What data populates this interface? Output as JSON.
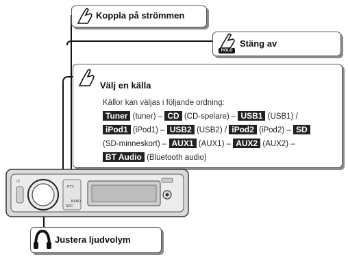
{
  "labels": {
    "power_on": "Koppla på strömmen",
    "power_off": "Stäng av",
    "hold_badge": "HOLD",
    "select_source": "Välj en källa",
    "volume": "Justera ljudvolym"
  },
  "source_intro": "Källor kan väljas i följande ordning:",
  "sources": [
    {
      "chip": "Tuner",
      "desc": " (tuner) – "
    },
    {
      "chip": "CD",
      "desc": " (CD-spelare) – "
    },
    {
      "chip": "USB1",
      "desc": " (USB1) /"
    },
    {
      "chip": "iPod1",
      "desc": " (iPod1) – "
    },
    {
      "chip": "USB2",
      "desc": " (USB2) / "
    },
    {
      "chip": "iPod2",
      "desc": " (iPod2) – "
    },
    {
      "chip": "SD",
      "desc": ""
    },
    {
      "chip": "",
      "desc": "(SD-minneskort) – "
    },
    {
      "chip": "AUX1",
      "desc": " (AUX1) – "
    },
    {
      "chip": "AUX2",
      "desc": " (AUX2) –"
    },
    {
      "chip": "BT Audio",
      "desc": " (Bluetooth audio)"
    }
  ],
  "device_labels": {
    "pty": "PTY",
    "band": "BAND",
    "src": "SRC"
  },
  "colors": {
    "line": "#111111",
    "chip_bg": "#222222",
    "shadow": "#8a8a8a"
  }
}
